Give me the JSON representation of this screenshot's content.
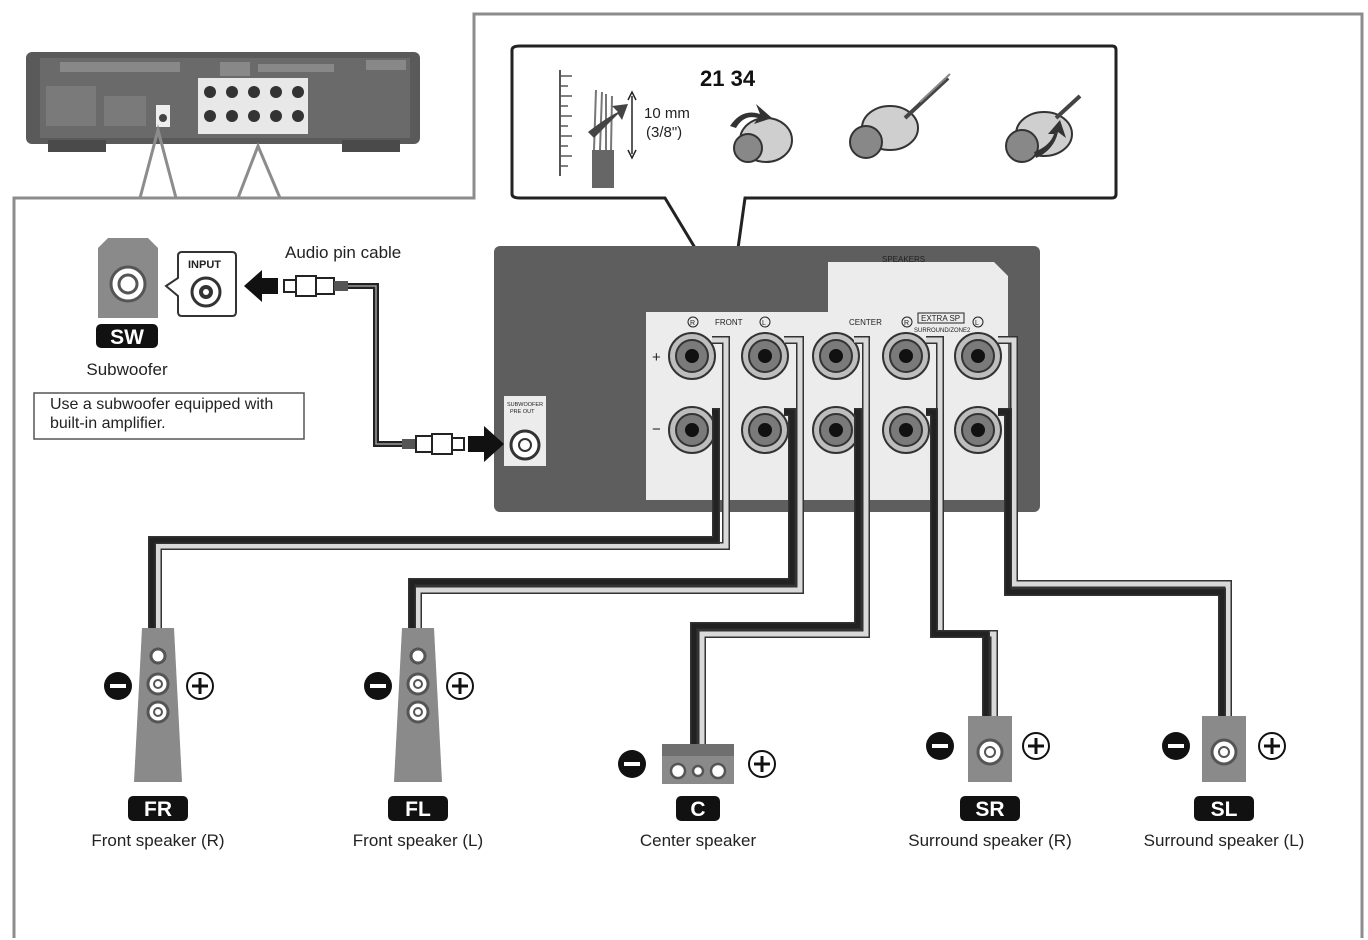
{
  "steps": {
    "label": "21 34"
  },
  "wire": {
    "length_mm": "10 mm",
    "length_in": "(3/8\")"
  },
  "cable": {
    "label": "Audio pin cable"
  },
  "subwoofer": {
    "badge": "SW",
    "caption": "Subwoofer",
    "input_label": "INPUT",
    "note_line1": "Use a subwoofer equipped with",
    "note_line2": "built-in amplifier."
  },
  "panel": {
    "speakers_label": "SPEAKERS",
    "front_label": "FRONT",
    "center_label": "CENTER",
    "extra_label": "EXTRA SP",
    "extra_sub": "SURROUND/ZONE2",
    "r_mark": "R",
    "l_mark": "L",
    "plus_mark": "+",
    "minus_mark": "−",
    "sub_out_line1": "SUBWOOFER",
    "sub_out_line2": "PRE OUT"
  },
  "speakers": [
    {
      "badge": "FR",
      "caption": "Front speaker (R)"
    },
    {
      "badge": "FL",
      "caption": "Front speaker (L)"
    },
    {
      "badge": "C",
      "caption": "Center speaker"
    },
    {
      "badge": "SR",
      "caption": "Surround speaker (R)"
    },
    {
      "badge": "SL",
      "caption": "Surround speaker (L)"
    }
  ],
  "colors": {
    "panel": "#5e5e5e",
    "speaker": "#8a8a8a",
    "cable_dark": "#222222",
    "cable_light": "#d9d9d9",
    "badge": "#111111"
  }
}
